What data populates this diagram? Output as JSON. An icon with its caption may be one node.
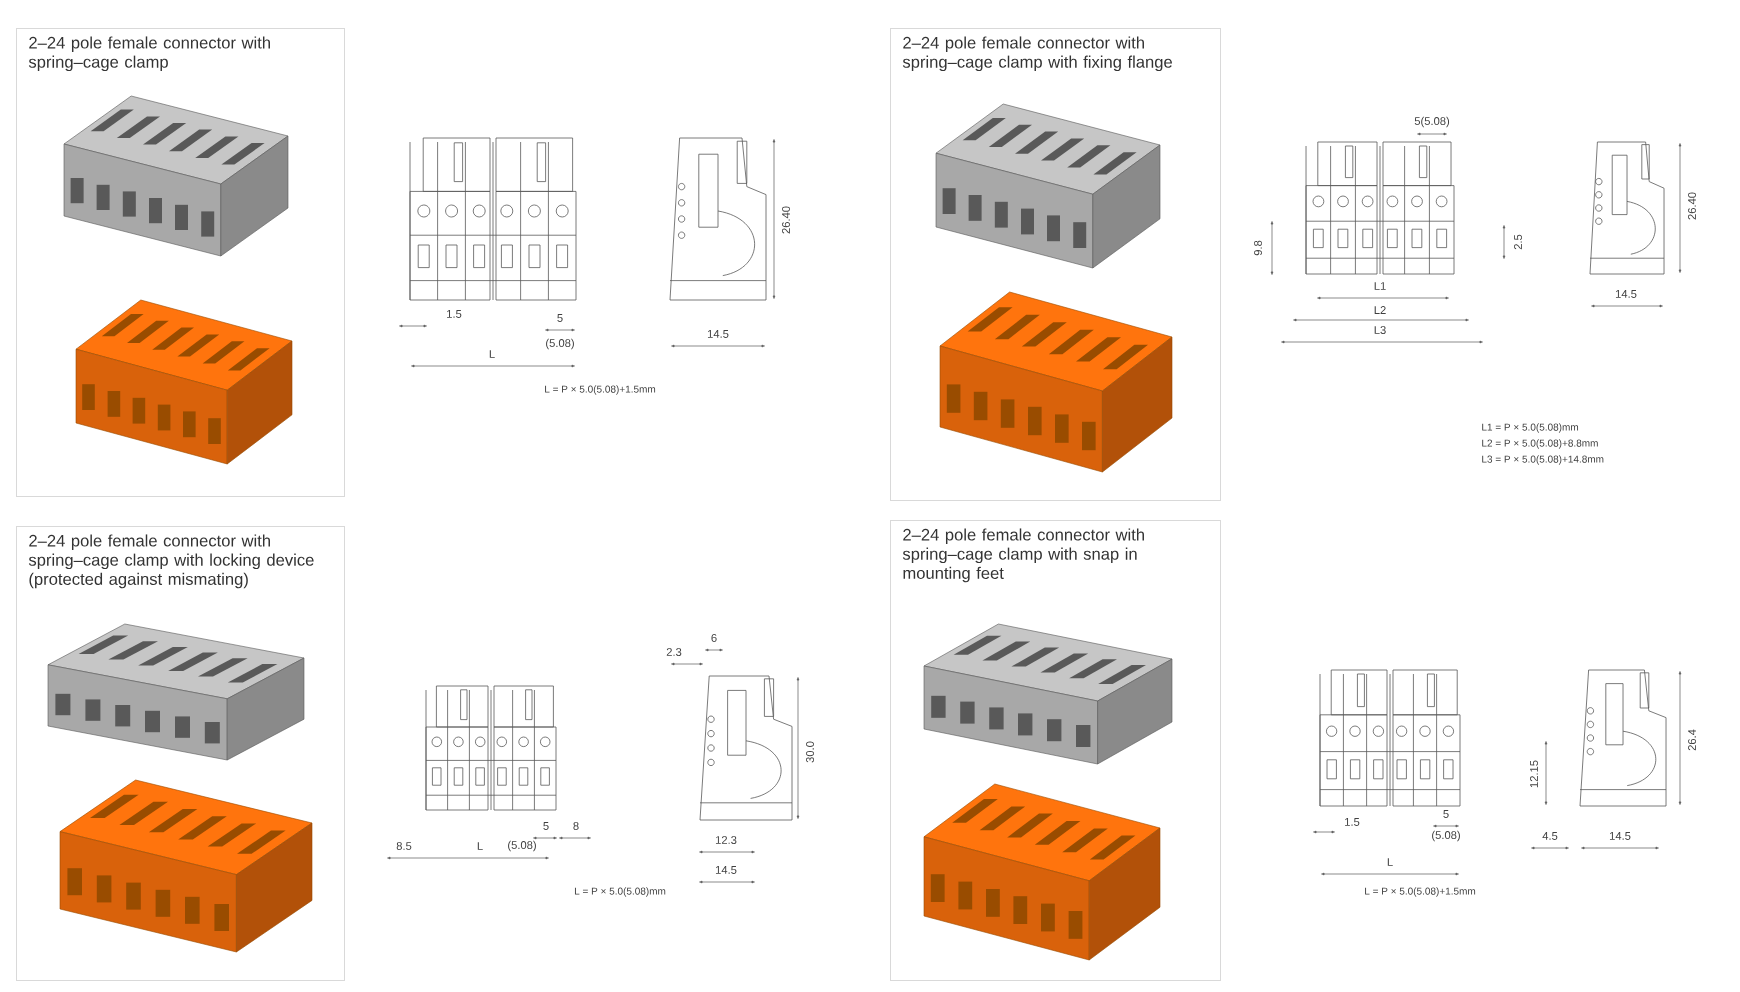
{
  "diagram": {
    "nodes": [
      {
        "text": [
          "2–24 pole female connector with spring–cage clamp"
        ]
      },
      {
        "text": [
          "2–24 pole female connector with spring–cage clamp with fixing flange"
        ]
      },
      {
        "text": [
          "2–24 pole female connector with spring–cage clamp with locking device (protected against mismating)"
        ]
      },
      {
        "text": [
          "2–24 pole female connector with spring–cage clamp with snap in mounting feet"
        ]
      }
    ],
    "labels": [
      "1.5",
      "5",
      "(5.08)",
      "L",
      "14.5",
      "26.40",
      "L = P × 5.0(5.08)+1.5mm",
      "5(5.08)",
      "9.8",
      "2.5",
      "L1",
      "L2",
      "L3",
      "14.5",
      "26.40",
      "L1 = P × 5.0(5.08)mm",
      "L2 = P × 5.0(5.08)+8.8mm",
      "L3 = P × 5.0(5.08)+14.8mm",
      "2.3",
      "6",
      "30.0",
      "5",
      "8",
      "8.5",
      "L",
      "(5.08)",
      "12.3",
      "14.5",
      "L = P × 5.0(5.08)mm",
      "26.4",
      "12.15",
      "1.5",
      "5",
      "(5.08)",
      "4.5",
      "14.5",
      "L",
      "L = P × 5.0(5.08)+1.5mm"
    ]
  }
}
